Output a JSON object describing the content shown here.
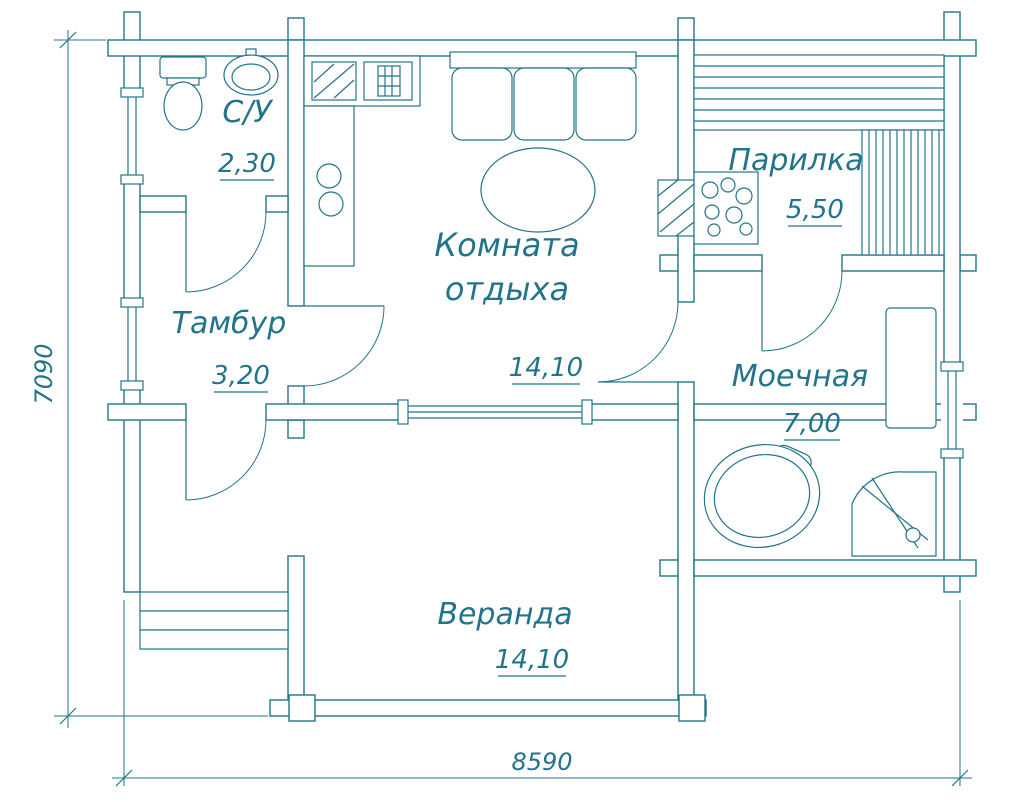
{
  "colors": {
    "line": "#21748a",
    "background": "#ffffff"
  },
  "rooms": {
    "su": {
      "name": "С/У",
      "area": "2,30"
    },
    "tambur": {
      "name": "Тамбур",
      "area": "3,20"
    },
    "komnata_otdyha": {
      "name_line1": "Комната",
      "name_line2": "отдыха",
      "area": "14,10"
    },
    "parilka": {
      "name": "Парилка",
      "area": "5,50"
    },
    "moechnaya": {
      "name": "Моечная",
      "area": "7,00"
    },
    "veranda": {
      "name": "Веранда",
      "area": "14,10"
    }
  },
  "dimensions": {
    "overall_width_mm": "8590",
    "overall_height_mm": "7090"
  }
}
